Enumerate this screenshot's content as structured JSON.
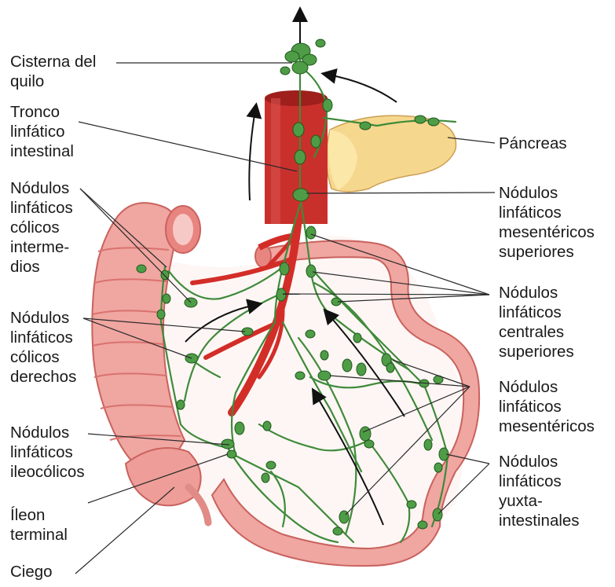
{
  "labels": {
    "cisterna": "Cisterna del\nquilo",
    "tronco": "Tronco\nlinfático\nintestinal",
    "colicos_intermedios": "Nódulos\nlinfáticos\ncólicos\ninterme-\ndios",
    "colicos_derechos": "Nódulos\nlinfáticos\ncólicos\nderechos",
    "ileocolicos": "Nódulos\nlinfáticos\nileocólicos",
    "ileon": "Íleon\nterminal",
    "ciego": "Ciego",
    "pancreas": "Páncreas",
    "mes_superiores": "Nódulos\nlinfáticos\nmesentéricos\nsuperiores",
    "centrales": "Nódulos\nlinfáticos\ncentrales\nsuperiores",
    "mesentericos": "Nódulos\nlinfáticos\nmesentéricos",
    "yuxta": "Nódulos\nlinfáticos\nyuxta-\nintestinales"
  },
  "colors": {
    "intestine": "#f0a6a1",
    "intestine_dark": "#d9726e",
    "artery": "#d32d28",
    "lymph": "#4f9c46",
    "pancreas": "#f6d78e"
  }
}
